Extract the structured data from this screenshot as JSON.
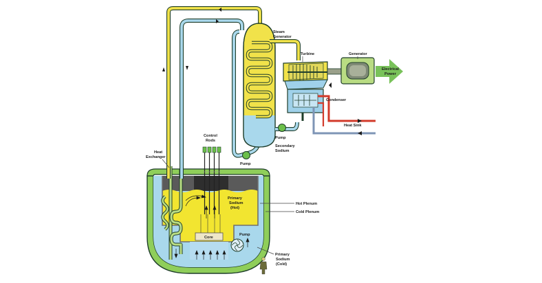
{
  "labels": {
    "steam_generator": [
      "Steam",
      "Generator"
    ],
    "turbine": "Turbine",
    "generator": "Generator",
    "electrical_power": [
      "Electrical",
      "Power"
    ],
    "condenser": "Condenser",
    "heat_sink": "Heat Sink",
    "pump_secondary": "Pump",
    "secondary_sodium": [
      "Secondary",
      "Sodium"
    ],
    "control_rods": [
      "Control",
      "Rods"
    ],
    "heat_exchanger": [
      "Heat",
      "Exchanger"
    ],
    "pump_main": "Pump",
    "primary_sodium_hot": [
      "Primary",
      "Sodium",
      "(Hot)"
    ],
    "hot_plenum": "Hot Plenum",
    "cold_plenum": "Cold Plenum",
    "core": "Core",
    "pump_primary": "Pump",
    "primary_sodium_cold": [
      "Primary",
      "Sodium",
      "(Cold)"
    ]
  },
  "colors": {
    "hot_sodium": "#f2e530",
    "cold_sodium": "#a9d8ec",
    "vessel_green": "#8fce5a",
    "pipe_green": "#b9dc83",
    "steam_yellow": "#f1e24a",
    "condenser_blue": "#9fd1ea",
    "coolant_red": "#d23a2a",
    "power_arrow": "#79c25a"
  }
}
